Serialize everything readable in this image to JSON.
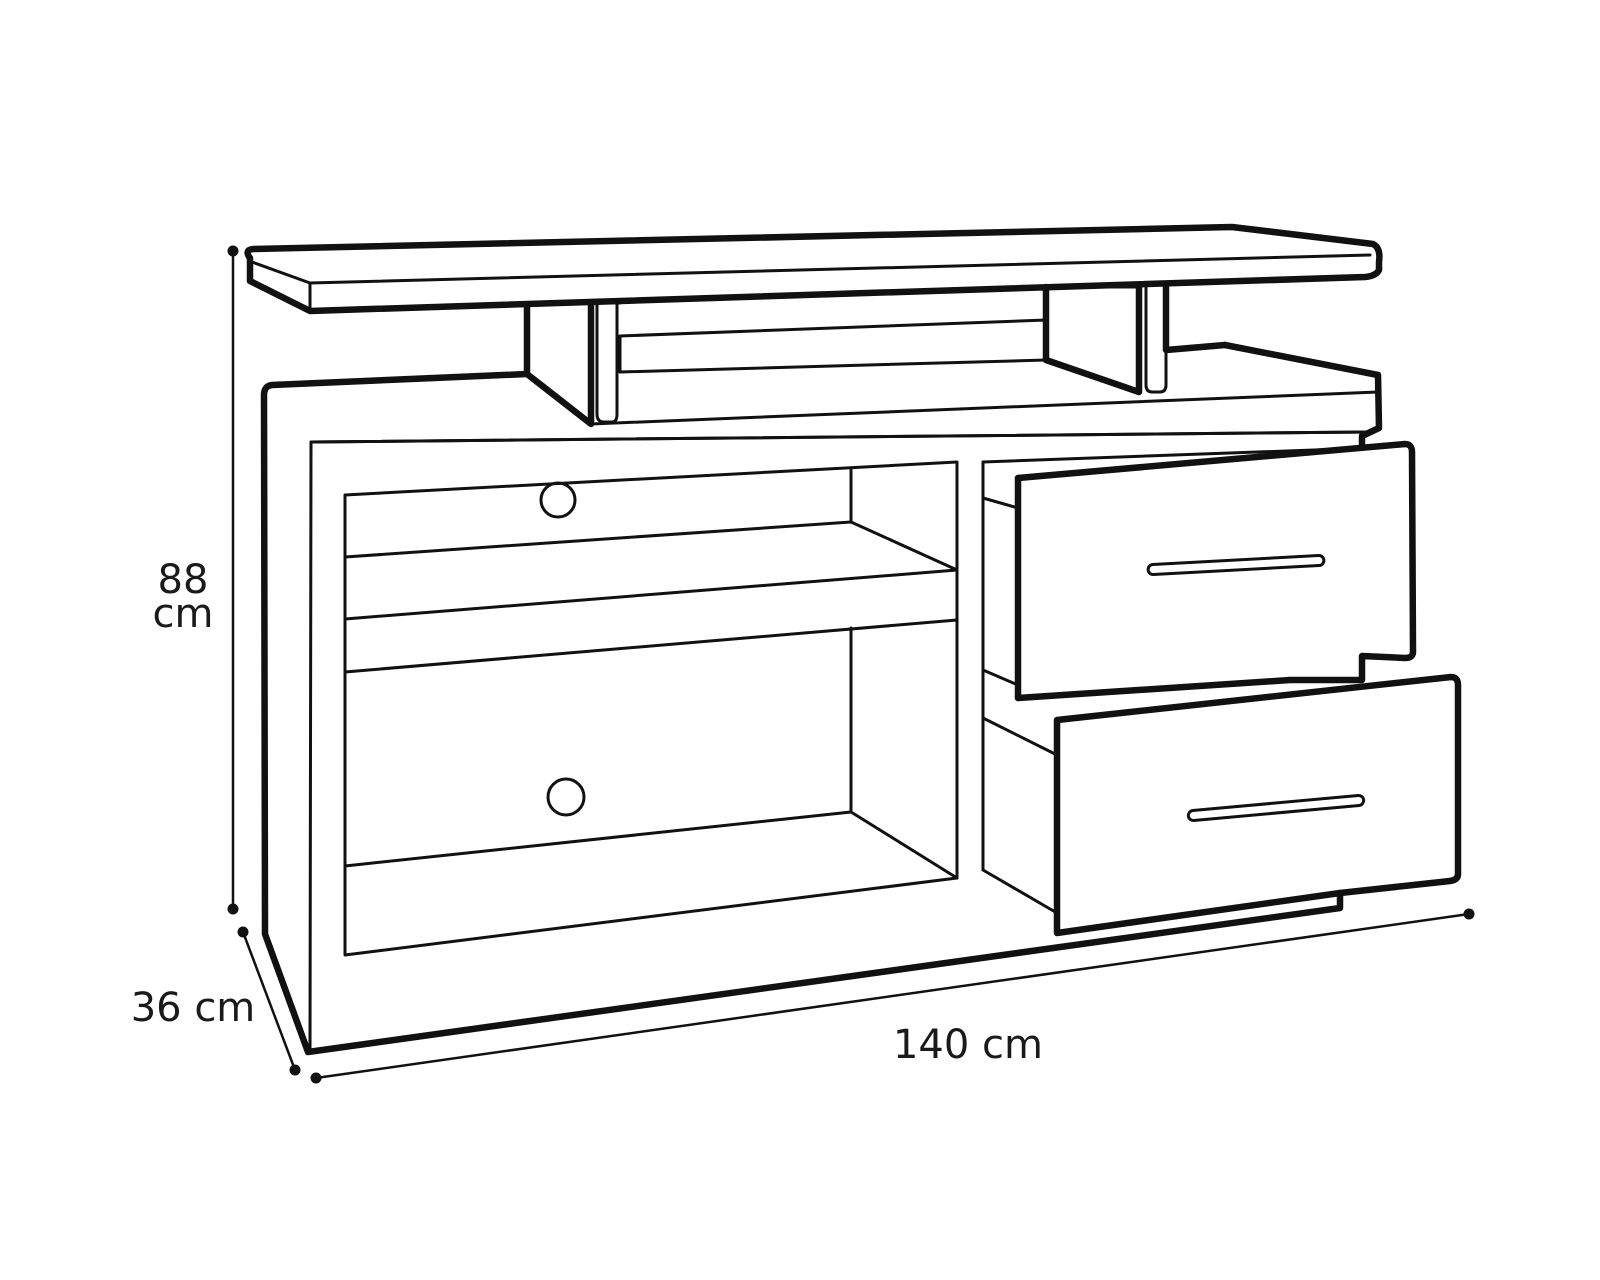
{
  "dimensions": {
    "height": {
      "value_line1": "88",
      "value_line2": "cm"
    },
    "depth": {
      "label": "36 cm"
    },
    "width": {
      "label": "140 cm"
    }
  },
  "colors": {
    "line": "#111111",
    "background": "#ffffff"
  }
}
